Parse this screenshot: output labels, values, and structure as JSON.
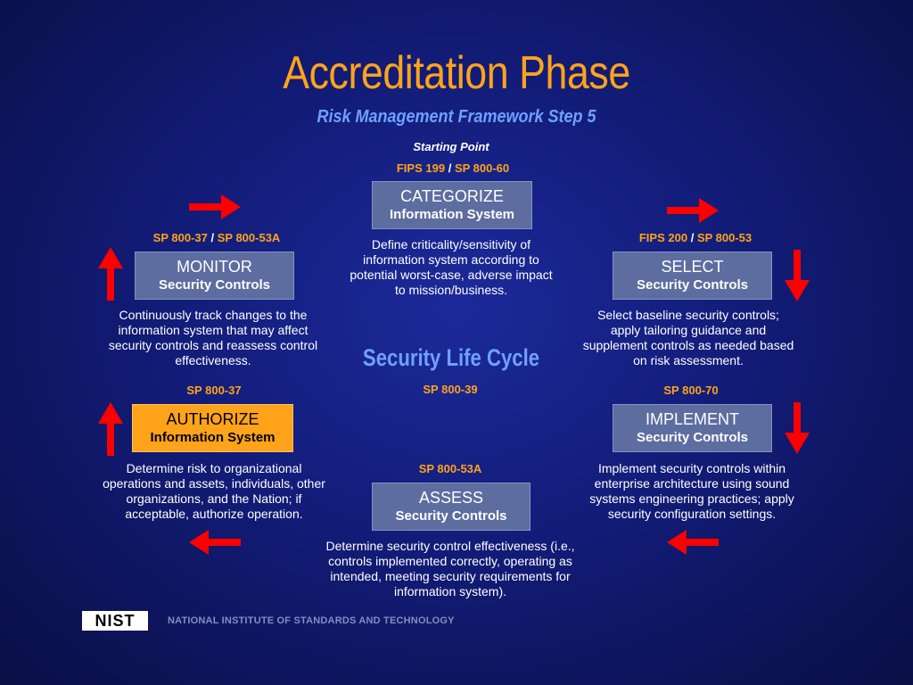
{
  "title": "Accreditation Phase",
  "subtitle": "Risk Management Framework Step 5",
  "starting_point": "Starting Point",
  "center_label": "Security Life Cycle",
  "center_ref": "SP 800-39",
  "steps": {
    "categorize": {
      "ref1": "FIPS 199",
      "sep": "/",
      "ref2": "SP 800-60",
      "title": "CATEGORIZE",
      "subtitle": "Information System",
      "description": "Define criticality/sensitivity of information system according to potential worst-case, adverse impact to mission/business."
    },
    "select": {
      "ref1": "FIPS 200",
      "sep": "/",
      "ref2": "SP 800-53",
      "title": "SELECT",
      "subtitle": "Security Controls",
      "description": "Select baseline security controls; apply tailoring guidance and supplement controls as needed based on risk assessment."
    },
    "implement": {
      "ref1": "SP 800-70",
      "title": "IMPLEMENT",
      "subtitle": "Security Controls",
      "description": "Implement security controls within enterprise architecture using sound systems engineering practices; apply security configuration settings."
    },
    "assess": {
      "ref1": "SP 800-53A",
      "title": "ASSESS",
      "subtitle": "Security Controls",
      "description": "Determine security control effectiveness (i.e., controls implemented correctly, operating as intended, meeting security requirements for information system)."
    },
    "authorize": {
      "ref1": "SP 800-37",
      "title": "AUTHORIZE",
      "subtitle": "Information System",
      "description": "Determine risk to organizational operations and assets, individuals, other organizations, and the Nation; if acceptable, authorize operation."
    },
    "monitor": {
      "ref1": "SP 800-37",
      "sep": "/",
      "ref2": "SP 800-53A",
      "title": "MONITOR",
      "subtitle": "Security Controls",
      "description": "Continuously track changes to the information system that may affect security controls and reassess control effectiveness."
    }
  },
  "footer": {
    "logo_text": "NIST",
    "org_name": "NATIONAL INSTITUTE OF STANDARDS AND TECHNOLOGY"
  },
  "colors": {
    "accent_orange": "#ffa31a",
    "accent_blue": "#6fa0ff",
    "box_fill": "#5e6da0",
    "arrow_red": "#ff0000"
  }
}
